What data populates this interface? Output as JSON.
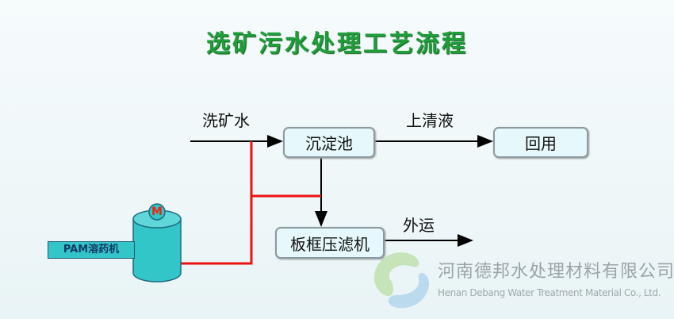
{
  "title": "选矿污水处理工艺流程",
  "labels": {
    "input": "洗矿水",
    "supernatant": "上清液",
    "export": "外运"
  },
  "boxes": {
    "sedimentation": "沉淀池",
    "reuse": "回用",
    "filter_press": "板框压滤机"
  },
  "tank": {
    "label": "PAM溶药机",
    "motor": "M"
  },
  "watermark": {
    "cn": "河南德邦水处理材料有限公司",
    "en": "Henan Debang Water Treatment Material Co., Ltd."
  },
  "colors": {
    "title": "#1f9e3a",
    "dosing_line": "#ee1111",
    "tank": "#33c6c8"
  }
}
